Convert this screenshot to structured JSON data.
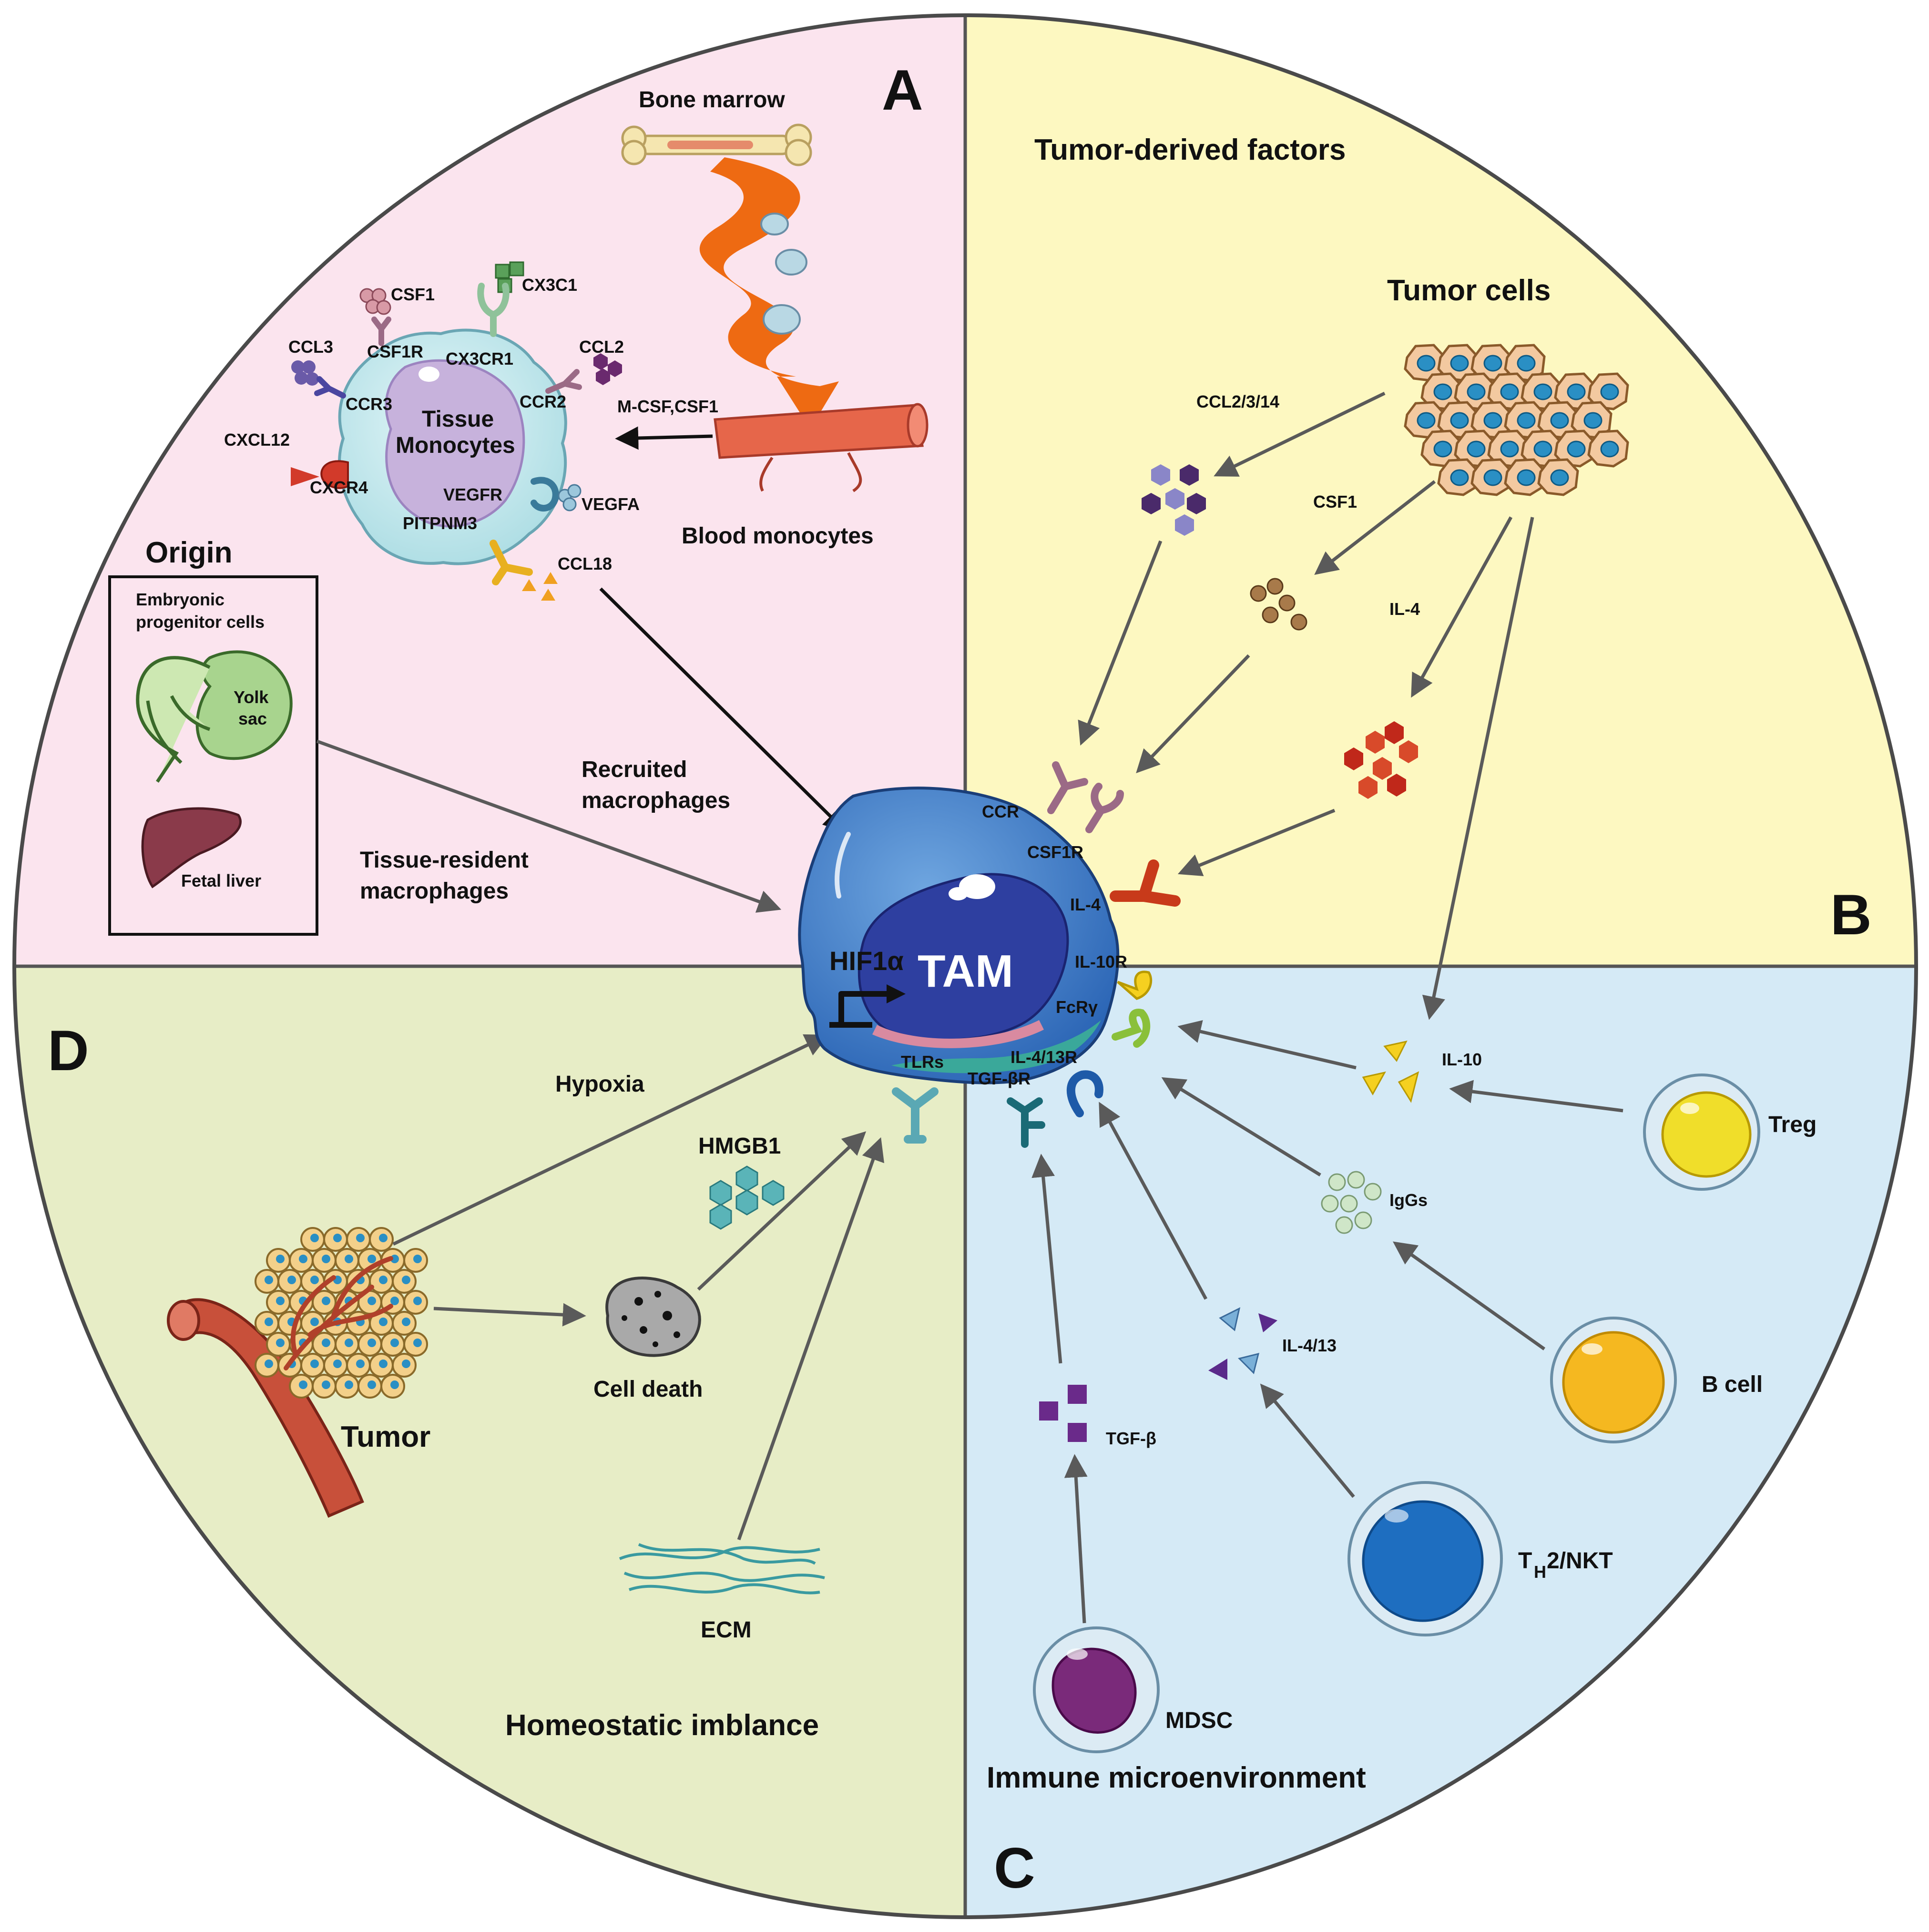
{
  "quadrants": {
    "a": {
      "letter": "A"
    },
    "b": {
      "letter": "B",
      "title": "Tumor-derived factors"
    },
    "c": {
      "letter": "C",
      "title": "Immune microenvironment"
    },
    "d": {
      "letter": "D",
      "title": "Homeostatic imblance"
    }
  },
  "quadrant_colors": {
    "a": "#fbe4ee",
    "b": "#fdf8c1",
    "c": "#d5eaf6",
    "d": "#e7edc6"
  },
  "center": {
    "label": "TAM",
    "hif": "HIF1α"
  },
  "receptors": {
    "ccr": "CCR",
    "csf1r": "CSF1R",
    "il4": "IL-4",
    "il10r": "IL-10R",
    "fcr": "FcRγ",
    "il413r": "IL-4/13R",
    "tgfbr": "TGF-βR",
    "tlrs": "TLRs"
  },
  "a": {
    "bone_marrow": "Bone marrow",
    "blood_monocytes": "Blood monocytes",
    "mcsf": "M-CSF,CSF1",
    "tissue_monocytes_1": "Tissue",
    "tissue_monocytes_2": "Monocytes",
    "csf1": "CSF1",
    "cx3c1": "CX3C1",
    "csf1r": "CSF1R",
    "cx3cr1": "CX3CR1",
    "ccl2": "CCL2",
    "ccl3": "CCL3",
    "ccr3": "CCR3",
    "ccr2": "CCR2",
    "cxcl12": "CXCL12",
    "cxcr4": "CXCR4",
    "vegfr": "VEGFR",
    "vegfa": "VEGFA",
    "pitpnm3": "PITPNM3",
    "ccl18": "CCL18",
    "origin": "Origin",
    "embryonic_1": "Embryonic",
    "embryonic_2": "progenitor cells",
    "yolk_1": "Yolk",
    "yolk_2": "sac",
    "fetal_liver": "Fetal liver",
    "recruited_1": "Recruited",
    "recruited_2": "macrophages",
    "resident_1": "Tissue-resident",
    "resident_2": "macrophages"
  },
  "b": {
    "tumor_cells": "Tumor cells",
    "ccl": "CCL2/3/14",
    "csf1": "CSF1",
    "il4": "IL-4"
  },
  "c": {
    "il10": "IL-10",
    "igg": "IgGs",
    "il413": "IL-4/13",
    "tgfb": "TGF-β",
    "treg": "Treg",
    "bcell": "B cell",
    "th2_t": "T",
    "th2_sub": "H",
    "th2_rest": "2/NKT",
    "mdsc": "MDSC"
  },
  "d": {
    "hypoxia": "Hypoxia",
    "hmgb1": "HMGB1",
    "cell_death": "Cell death",
    "tumor": "Tumor",
    "ecm": "ECM"
  }
}
